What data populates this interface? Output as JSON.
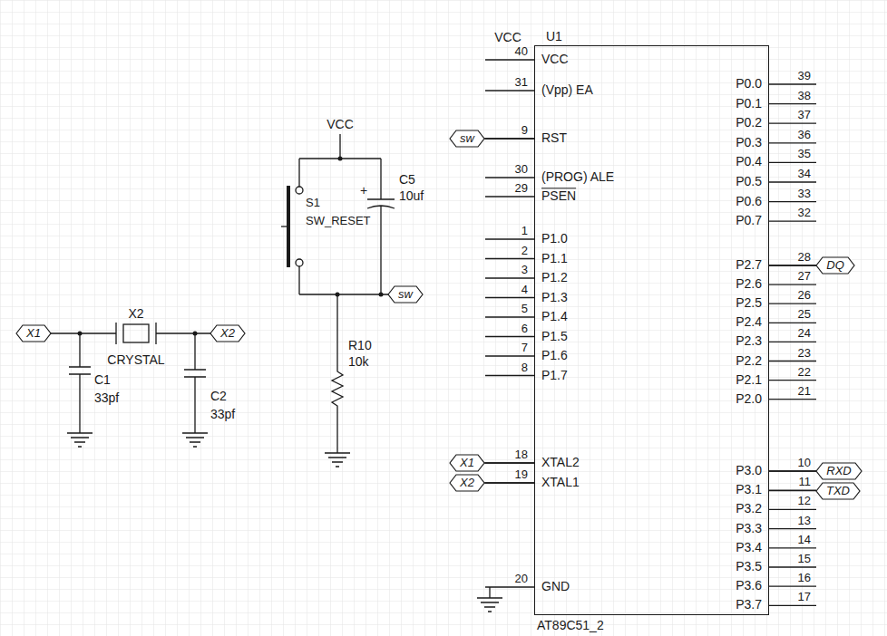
{
  "diagram": {
    "nodes": [
      {
        "text": [
          "U1",
          "AT89C51_2"
        ]
      },
      {
        "text": [
          "sw"
        ]
      },
      {
        "text": [
          "X1"
        ]
      },
      {
        "text": [
          "X2"
        ]
      },
      {
        "text": [
          "sw"
        ]
      },
      {
        "text": [
          "X1"
        ]
      },
      {
        "text": [
          "X2"
        ]
      },
      {
        "text": [
          "DQ"
        ]
      },
      {
        "text": [
          "RXD"
        ]
      },
      {
        "text": [
          "TXD"
        ]
      }
    ],
    "edges": [
      {
        "from": 1,
        "to": 0,
        "arrow": "none"
      },
      {
        "from": 5,
        "to": 0,
        "arrow": "none"
      },
      {
        "from": 6,
        "to": 0,
        "arrow": "none"
      },
      {
        "from": 0,
        "to": 7,
        "arrow": "none"
      },
      {
        "from": 0,
        "to": 8,
        "arrow": "none"
      },
      {
        "from": 0,
        "to": 9,
        "arrow": "none"
      }
    ],
    "labels": [
      "VCC",
      "40",
      "VCC",
      "31",
      "(Vpp) EA",
      "9",
      "RST",
      "30",
      "(PROG) ALE",
      "29",
      "PSEN",
      "1",
      "P1.0",
      "2",
      "P1.1",
      "3",
      "P1.2",
      "4",
      "P1.3",
      "5",
      "P1.4",
      "6",
      "P1.5",
      "7",
      "P1.6",
      "8",
      "P1.7",
      "18",
      "XTAL2",
      "19",
      "XTAL1",
      "20",
      "GND",
      "P0.0",
      "39",
      "P0.1",
      "38",
      "P0.2",
      "37",
      "P0.3",
      "36",
      "P0.4",
      "35",
      "P0.5",
      "34",
      "P0.6",
      "33",
      "P0.7",
      "32",
      "P2.7",
      "28",
      "P2.6",
      "27",
      "P2.5",
      "26",
      "P2.4",
      "25",
      "P2.3",
      "24",
      "P2.2",
      "23",
      "P2.1",
      "22",
      "P2.0",
      "21",
      "P3.0",
      "10",
      "P3.1",
      "11",
      "P3.2",
      "12",
      "P3.3",
      "13",
      "P3.4",
      "14",
      "P3.5",
      "15",
      "P3.6",
      "16",
      "P3.7",
      "17",
      "VCC",
      "S1",
      "SW_RESET",
      "+",
      "C5",
      "10uf",
      "R10",
      "10k",
      "X2",
      "CRYSTAL",
      "C1",
      "33pf",
      "C2",
      "33pf"
    ]
  }
}
